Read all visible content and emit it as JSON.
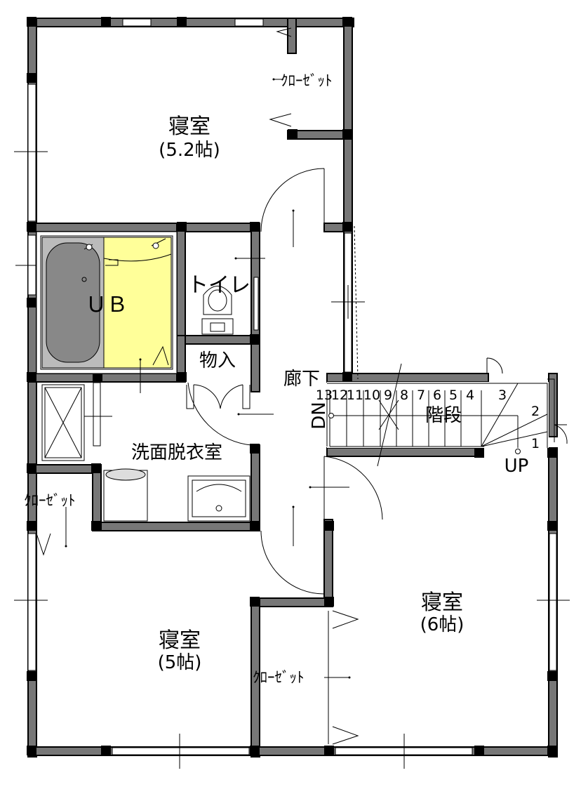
{
  "rooms": {
    "bedroom_top": {
      "name": "寝室",
      "size": "(5.2帖)"
    },
    "closet_top": "ｸﾛｰｾﾞｯﾄ",
    "ub": "ＵＢ",
    "toilet": "トイレ",
    "storage": "物入",
    "hallway": "廊下",
    "washroom": "洗面脱衣室",
    "closet_left": "ｸﾛｰｾﾞｯﾄ",
    "bedroom_bottom_left": {
      "name": "寝室",
      "size": "(5帖)"
    },
    "closet_bottom": "ｸﾛｰｾﾞｯﾄ",
    "bedroom_bottom_right": {
      "name": "寝室",
      "size": "(6帖)"
    }
  },
  "stairs": {
    "label": "階段",
    "down": "DN",
    "up": "UP",
    "steps": [
      "13",
      "12",
      "11",
      "10",
      "9",
      "8",
      "7",
      "6",
      "5",
      "4",
      "3",
      "2",
      "1"
    ]
  },
  "colors": {
    "wall": "#777777",
    "bath_floor": "#ffff99",
    "tub": "#888888"
  }
}
